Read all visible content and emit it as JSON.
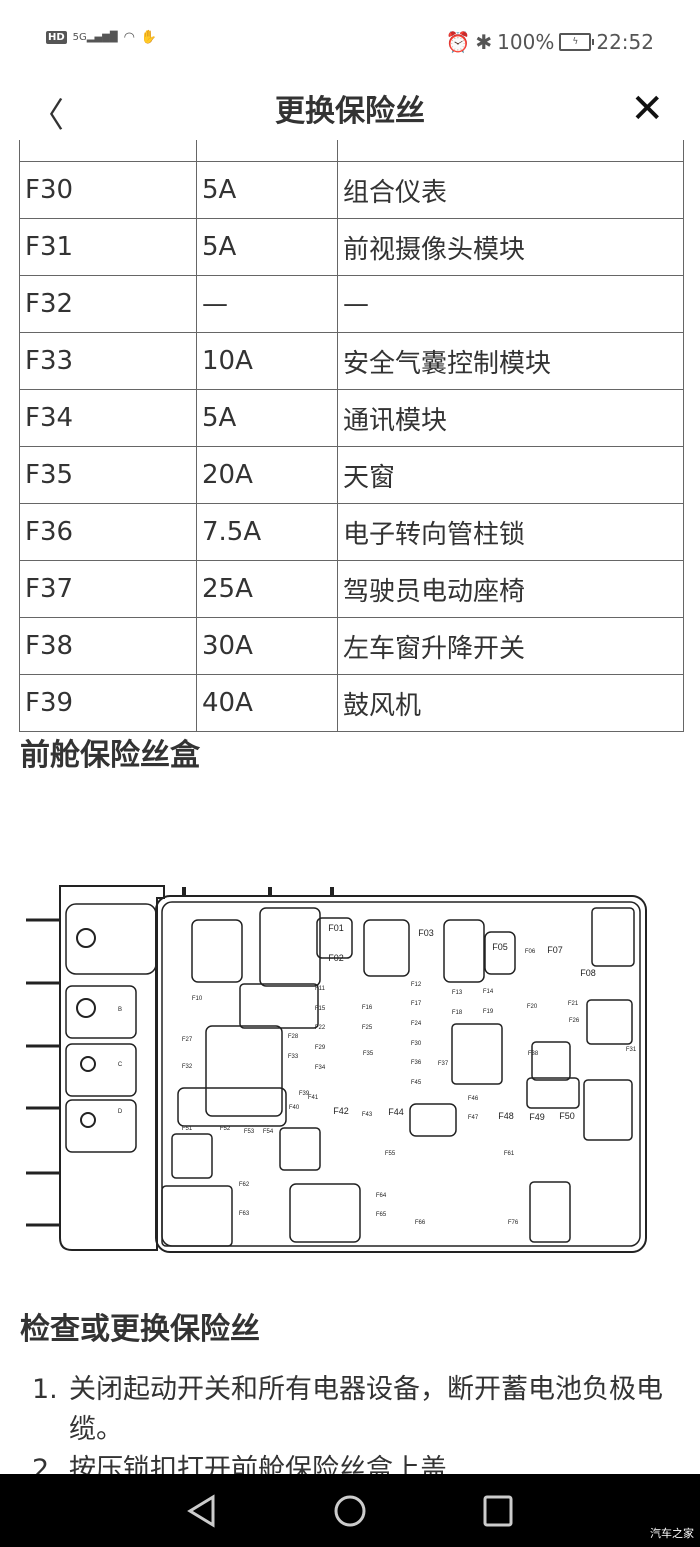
{
  "status_bar": {
    "left_icons": [
      "hd-icon",
      "5g-signal-icon",
      "wifi-icon",
      "hand-icon"
    ],
    "hd": "HD",
    "network": "5G",
    "alarm_icon": "alarm-icon",
    "bluetooth_icon": "bluetooth-icon",
    "battery_percent": "100%",
    "time": "22:52"
  },
  "header": {
    "title": "更换保险丝",
    "back_icon": "chevron-left-icon",
    "close_icon": "close-icon"
  },
  "fuse_table": {
    "rows": [
      {
        "id": "F30",
        "rating": "5A",
        "circuit": "组合仪表"
      },
      {
        "id": "F31",
        "rating": "5A",
        "circuit": "前视摄像头模块"
      },
      {
        "id": "F32",
        "rating": "—",
        "circuit": "—"
      },
      {
        "id": "F33",
        "rating": "10A",
        "circuit": "安全气囊控制模块"
      },
      {
        "id": "F34",
        "rating": "5A",
        "circuit": "通讯模块"
      },
      {
        "id": "F35",
        "rating": "20A",
        "circuit": "天窗"
      },
      {
        "id": "F36",
        "rating": "7.5A",
        "circuit": "电子转向管柱锁"
      },
      {
        "id": "F37",
        "rating": "25A",
        "circuit": "驾驶员电动座椅"
      },
      {
        "id": "F38",
        "rating": "30A",
        "circuit": "左车窗升降开关"
      },
      {
        "id": "F39",
        "rating": "40A",
        "circuit": "鼓风机"
      }
    ]
  },
  "section_fusebox": {
    "title": "前舱保险丝盒"
  },
  "diagram": {
    "labels": [
      "F01",
      "F02",
      "F03",
      "F05",
      "F06",
      "F07",
      "F08",
      "F10",
      "F11",
      "F12",
      "F13",
      "F14",
      "F15",
      "F16",
      "F17",
      "F18",
      "F19",
      "F20",
      "F21",
      "F22",
      "F24",
      "F25",
      "F26",
      "F27",
      "F28",
      "F29",
      "F30",
      "F31",
      "F32",
      "F33",
      "F34",
      "F35",
      "F36",
      "F37",
      "F38",
      "F39",
      "F40",
      "F41",
      "F42",
      "F43",
      "F44",
      "F45",
      "F46",
      "F47",
      "F48",
      "F49",
      "F50",
      "F51",
      "F52",
      "F53",
      "F54",
      "F55",
      "F61",
      "F62",
      "F63",
      "F64",
      "F65",
      "F66",
      "F76",
      "B",
      "C",
      "D"
    ]
  },
  "section_check": {
    "title": "检查或更换保险丝",
    "steps": [
      {
        "num": "1.",
        "text": "关闭起动开关和所有电器设备，断开蓄电池负极电缆。"
      },
      {
        "num": "2.",
        "text": "按压锁扣打开前舱保险丝盒上盖"
      }
    ]
  },
  "nav_bar": {
    "back": "triangle-back-icon",
    "home": "circle-home-icon",
    "recents": "square-recents-icon"
  },
  "watermark": "汽车之家"
}
